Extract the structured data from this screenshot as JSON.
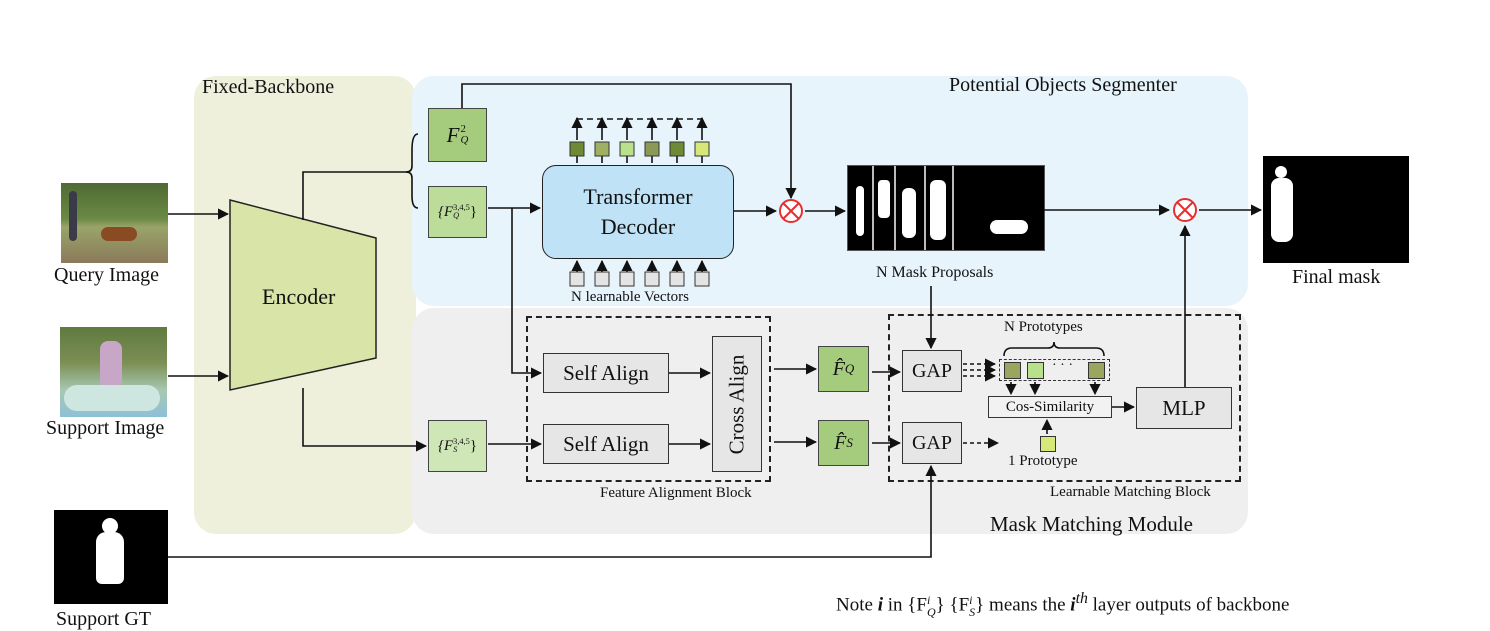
{
  "regions": {
    "backbone_label": "Fixed-Backbone",
    "segmenter_label": "Potential Objects Segmenter",
    "matching_label": "Mask Matching Module"
  },
  "inputs": {
    "query_label": "Query Image",
    "support_label": "Support Image",
    "support_gt_label": "Support GT"
  },
  "encoder": {
    "label": "Encoder"
  },
  "features": {
    "fq2_base": "F",
    "fq2_sub": "Q",
    "fq2_sup": "2",
    "fq345_base": "{F",
    "fq345_sub": "Q",
    "fq345_sup": "3,4,5",
    "fq345_close": "}",
    "fs345_base": "{F",
    "fs345_sub": "S",
    "fs345_sup": "3,4,5",
    "fs345_close": "}",
    "fq_hat_base": "F̂",
    "fq_hat_sub": "Q",
    "fs_hat_base": "F̂",
    "fs_hat_sub": "S"
  },
  "decoder": {
    "label_line1": "Transformer",
    "label_line2": "Decoder",
    "vectors_label": "N learnable Vectors"
  },
  "proposals": {
    "label": "N Mask Proposals"
  },
  "final": {
    "label": "Final mask"
  },
  "alignment": {
    "self_align_1": "Self Align",
    "self_align_2": "Self Align",
    "cross_align": "Cross Align",
    "block_label": "Feature Alignment Block"
  },
  "matching": {
    "gap_1": "GAP",
    "gap_2": "GAP",
    "n_prototypes": "N Prototypes",
    "dots": "· · ·",
    "cos_similarity": "Cos-Similarity",
    "mlp": "MLP",
    "one_prototype": "1 Prototype",
    "block_label": "Learnable Matching Block"
  },
  "note": {
    "prefix": "Note ",
    "i1": "i",
    "in_text": " in {F",
    "q_sub": "Q",
    "q_sup": "i",
    "mid": "} {F",
    "s_sub": "S",
    "s_sup": "i",
    "means": "} means the ",
    "i2": "i",
    "th": "th",
    "suffix": " layer outputs of backbone"
  },
  "colors": {
    "backbone_bg": "#eef0dc",
    "segmenter_bg": "#e8f4fc",
    "matching_bg": "#efefef",
    "encoder_fill": "#d9e5a8",
    "decoder_fill": "#bfe2f6",
    "feature_green": "#a5cc7d",
    "feature_light": "#cfe6b6",
    "box_gray": "#e6e6e6",
    "merge_red": "#e53030"
  }
}
